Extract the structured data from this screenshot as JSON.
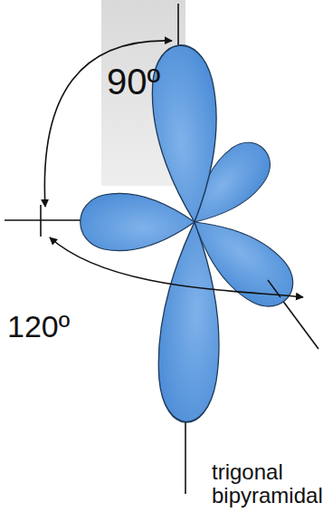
{
  "diagram": {
    "labels": [
      "90º",
      "120º",
      "trigonal bipyramidal"
    ]
  }
}
